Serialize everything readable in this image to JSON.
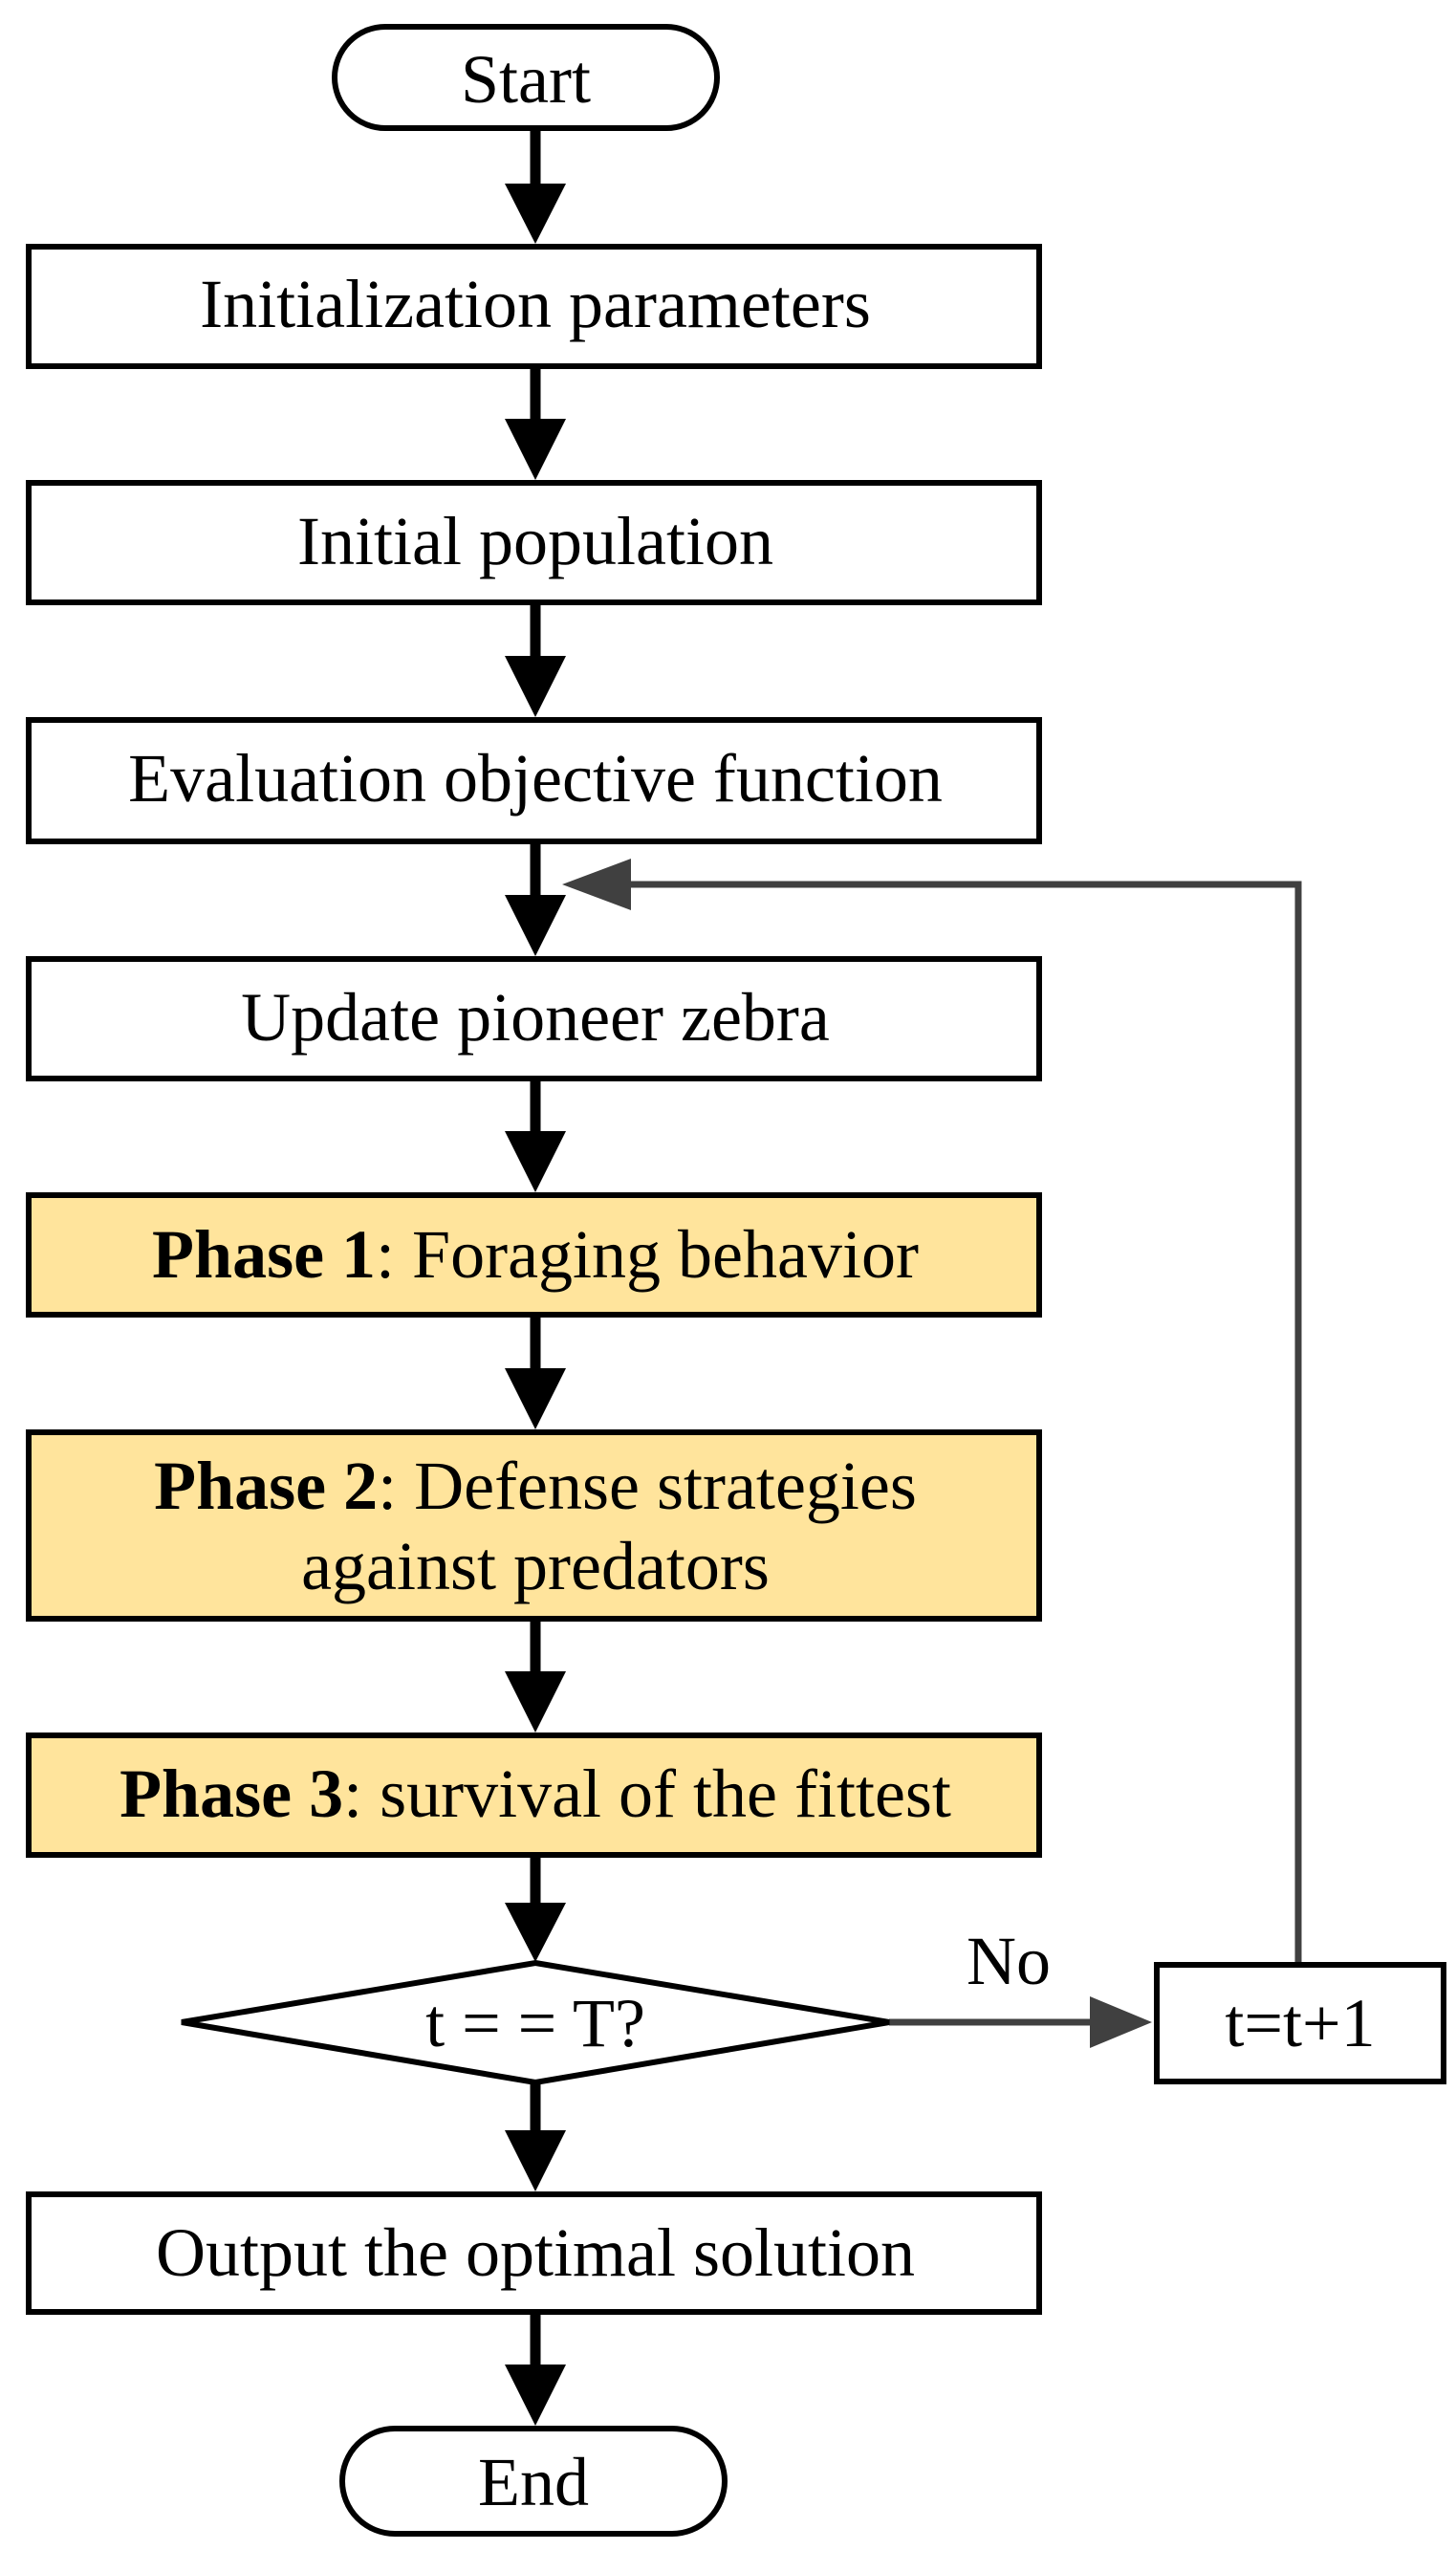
{
  "nodes": {
    "start": "Start",
    "init_params": "Initialization parameters",
    "init_population": "Initial population",
    "evaluation": "Evaluation objective function",
    "update_pioneer": "Update pioneer zebra",
    "phase1": {
      "bold": "Phase 1",
      "rest": ": Foraging behavior"
    },
    "phase2": {
      "bold": "Phase 2",
      "rest_line1": ": Defense strategies",
      "line2": "against predators"
    },
    "phase3": {
      "bold": "Phase 3",
      "rest": ": survival of the fittest"
    },
    "decision": "t = = T?",
    "increment": "t=t+1",
    "output": "Output the optimal solution",
    "end": "End"
  },
  "edge_labels": {
    "no": "No"
  },
  "colors": {
    "phase_fill": "#FFE49C",
    "box_fill": "#FFFFFF",
    "stroke": "#000000",
    "loop_line": "#404040"
  }
}
